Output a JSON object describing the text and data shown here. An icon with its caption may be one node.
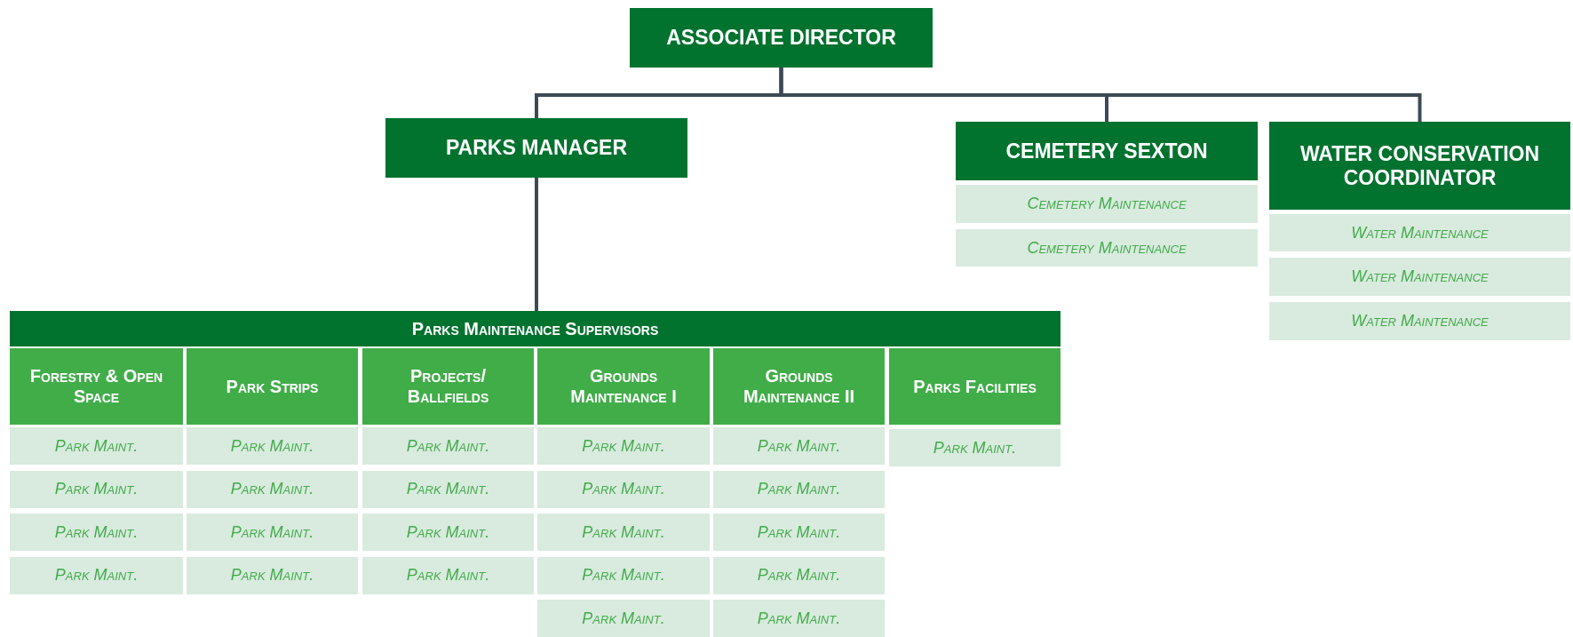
{
  "diagram": {
    "nodes": [
      {
        "text": [
          "ASSOCIATE DIRECTOR"
        ]
      },
      {
        "text": [
          "PARKS MANAGER"
        ]
      },
      {
        "text": [
          "CEMETERY SEXTON"
        ]
      },
      {
        "text": [
          "Cemetery Maintenance"
        ]
      },
      {
        "text": [
          "Cemetery Maintenance"
        ]
      },
      {
        "text": [
          "WATER CONSERVATION COORDINATOR"
        ]
      },
      {
        "text": [
          "Water Maintenance"
        ]
      },
      {
        "text": [
          "Water Maintenance"
        ]
      },
      {
        "text": [
          "Water Maintenance"
        ]
      },
      {
        "text": [
          "Parks Maintenance Supervisors"
        ]
      },
      {
        "text": [
          "Forestry & Open Space"
        ]
      },
      {
        "text": [
          "Park Maint."
        ]
      },
      {
        "text": [
          "Park Maint."
        ]
      },
      {
        "text": [
          "Park Maint."
        ]
      },
      {
        "text": [
          "Park Maint."
        ]
      },
      {
        "text": [
          "Park Strips"
        ]
      },
      {
        "text": [
          "Park Maint."
        ]
      },
      {
        "text": [
          "Park Maint."
        ]
      },
      {
        "text": [
          "Park Maint."
        ]
      },
      {
        "text": [
          "Park Maint."
        ]
      },
      {
        "text": [
          "Projects/ Ballfields"
        ]
      },
      {
        "text": [
          "Park Maint."
        ]
      },
      {
        "text": [
          "Park Maint."
        ]
      },
      {
        "text": [
          "Park Maint."
        ]
      },
      {
        "text": [
          "Park Maint."
        ]
      },
      {
        "text": [
          "Grounds Maintenance I"
        ]
      },
      {
        "text": [
          "Park Maint."
        ]
      },
      {
        "text": [
          "Park Maint."
        ]
      },
      {
        "text": [
          "Park Maint."
        ]
      },
      {
        "text": [
          "Park Maint."
        ]
      },
      {
        "text": [
          "Park Maint."
        ]
      },
      {
        "text": [
          "Grounds Maintenance II"
        ]
      },
      {
        "text": [
          "Park Maint."
        ]
      },
      {
        "text": [
          "Park Maint."
        ]
      },
      {
        "text": [
          "Park Maint."
        ]
      },
      {
        "text": [
          "Park Maint."
        ]
      },
      {
        "text": [
          "Park Maint."
        ]
      },
      {
        "text": [
          "Parks Facilities"
        ]
      },
      {
        "text": [
          "Park Maint."
        ]
      }
    ],
    "edges": [
      {
        "from": 0,
        "to": 1,
        "arrow": "none"
      },
      {
        "from": 0,
        "to": 2,
        "arrow": "none"
      },
      {
        "from": 0,
        "to": 5,
        "arrow": "none"
      },
      {
        "from": 1,
        "to": 9,
        "arrow": "none"
      }
    ]
  }
}
